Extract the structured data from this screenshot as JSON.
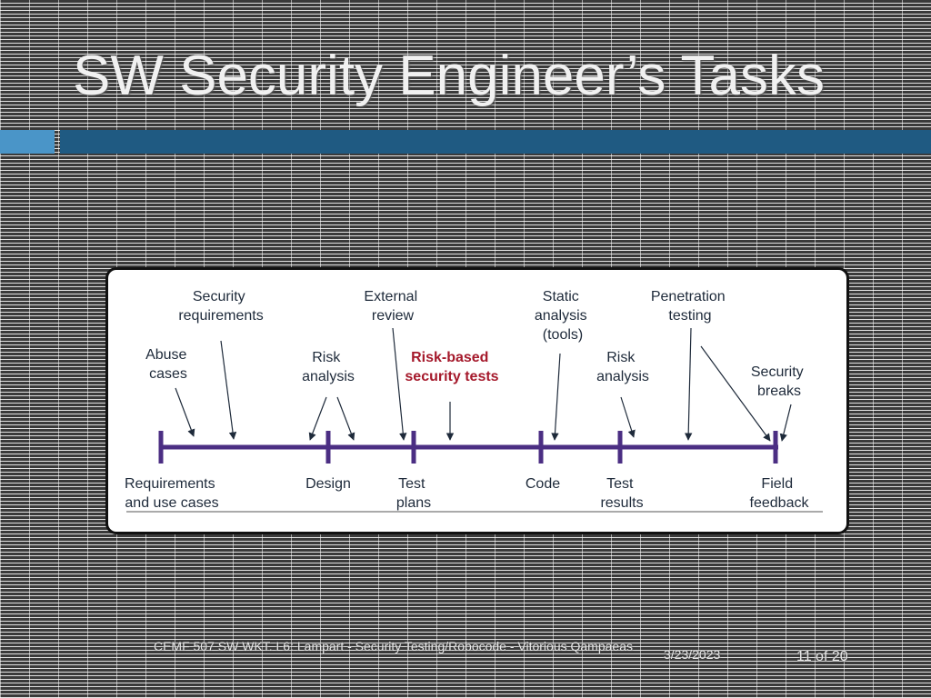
{
  "slide": {
    "title": "SW Security Engineer’s Tasks"
  },
  "diagram": {
    "above_labels": {
      "security_requirements": [
        "Security",
        "requirements"
      ],
      "abuse_cases": [
        "Abuse",
        "cases"
      ],
      "risk_analysis_design": [
        "Risk",
        "analysis"
      ],
      "external_review": [
        "External",
        "review"
      ],
      "risk_based_tests": [
        "Risk-based",
        "security tests"
      ],
      "static_analysis": [
        "Static",
        "analysis",
        "(tools)"
      ],
      "risk_analysis_test": [
        "Risk",
        "analysis"
      ],
      "penetration_testing": [
        "Penetration",
        "testing"
      ],
      "security_breaks": [
        "Security",
        "breaks"
      ]
    },
    "milestones": {
      "requirements": [
        "Requirements",
        "and use cases"
      ],
      "design": [
        "Design"
      ],
      "test_plans": [
        "Test",
        "plans"
      ],
      "code": [
        "Code"
      ],
      "test_results": [
        "Test",
        "results"
      ],
      "field_feedback": [
        "Field",
        "feedback"
      ]
    },
    "colors": {
      "timeline": "#4b2e83",
      "text": "#1e2a3a",
      "highlight": "#a5192b"
    }
  },
  "footer": {
    "course": "CEMF 507 SW WKT. L6: Lampart - Security Testing/Robocode - Vitorious Qampaeas",
    "date": "3/23/2023",
    "page": "11 of 20"
  }
}
